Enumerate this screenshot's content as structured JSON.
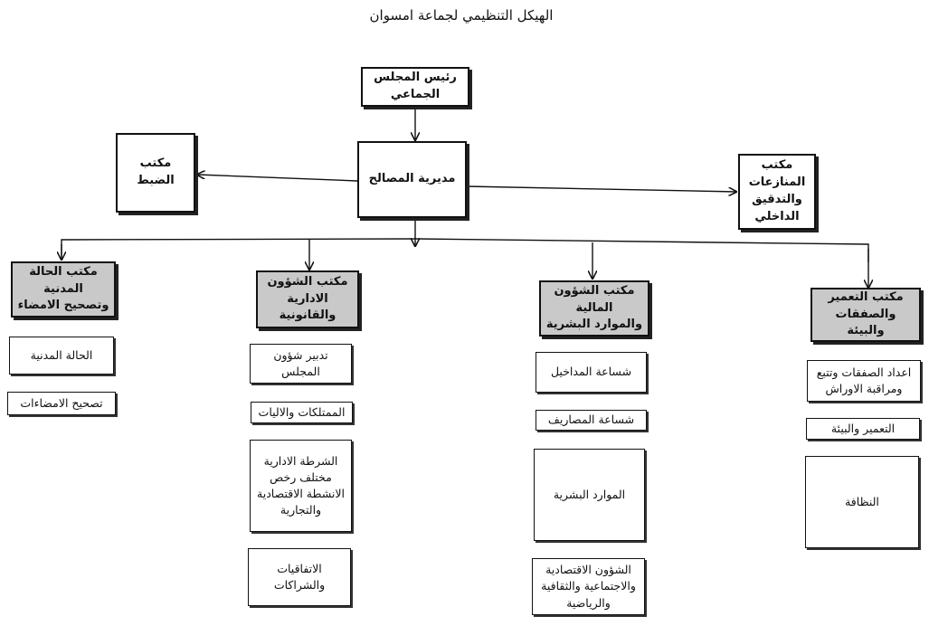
{
  "title": "الهيكل التنظيمي لجماعة امسوان",
  "president": "رئيس المجلس\nالجماعي",
  "directorate": "مديرية المصالح",
  "left_office": "مكتب الضبط",
  "right_office": "مكتب\nالمنازعات\nوالتدقيق\nالداخلي",
  "departments": [
    {
      "head": "مكتب الحالة المدنية\nوتصحيح الامضاء",
      "units": [
        "الحالة المدنية",
        "تصحيح الامضاءات"
      ]
    },
    {
      "head": "مكتب الشؤون\nالادارية والقانونية",
      "units": [
        "تدبير شؤون المجلس",
        "الممتلكات والاليات",
        "الشرطة الادارية\nمختلف رخص\nالانشطة الاقتصادية\nوالتجارية",
        "الاتفاقيات\nوالشراكات"
      ]
    },
    {
      "head": "مكتب الشؤون المالية\nوالموارد البشرية",
      "units": [
        "شساعة المداخيل",
        "شساعة المصاريف",
        "الموارد البشرية",
        "الشؤون الاقتصادية\nوالاجتماعية والثقافية\nوالرياضية"
      ]
    },
    {
      "head": "مكتب التعمير\nوالصفقات والبيئة",
      "units": [
        "اعداد الصفقات وتتبع\nومراقبة الاوراش",
        "التعمير والبيئة",
        "النظافة"
      ]
    }
  ]
}
